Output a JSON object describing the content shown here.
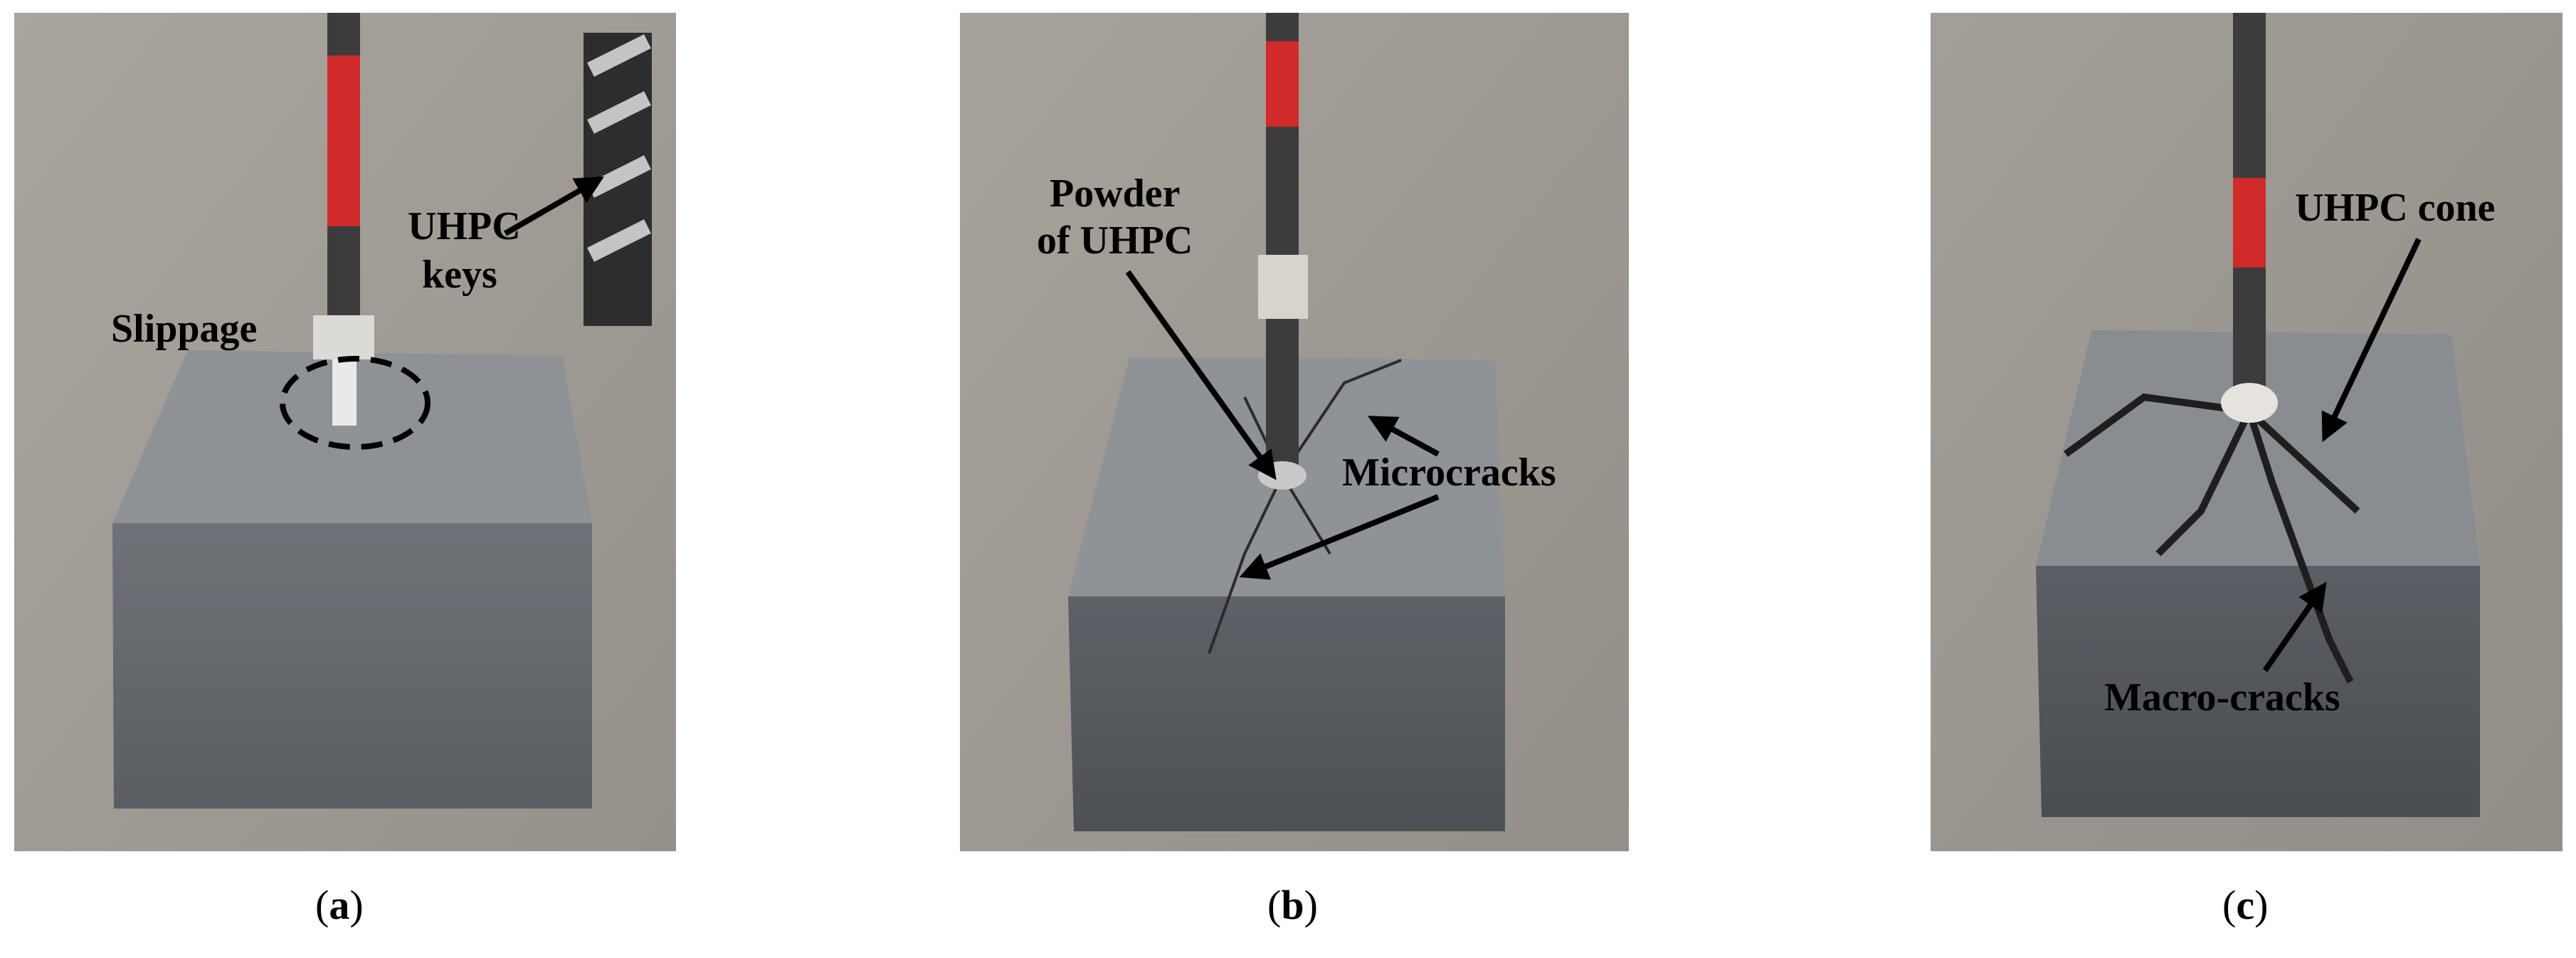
{
  "panels": {
    "a": {
      "labels": {
        "slippage": "Slippage",
        "keys_line1": "UHPC",
        "keys_line2": "keys"
      },
      "caption": {
        "open": "(",
        "letter": "a",
        "close": ")"
      }
    },
    "b": {
      "labels": {
        "powder_line1": "Powder",
        "powder_line2": "of UHPC",
        "microcracks": "Microcracks"
      },
      "caption": {
        "open": "(",
        "letter": "b",
        "close": ")"
      }
    },
    "c": {
      "labels": {
        "cone": "UHPC cone",
        "macro": "Macro-cracks"
      },
      "caption": {
        "open": "(",
        "letter": "c",
        "close": ")"
      }
    }
  },
  "colors": {
    "floor": "#a29d95",
    "concrete_top": "#8e9196",
    "concrete_side": "#5f6268",
    "rebar": "#3c3c3c",
    "tape": "#d02a2a"
  }
}
